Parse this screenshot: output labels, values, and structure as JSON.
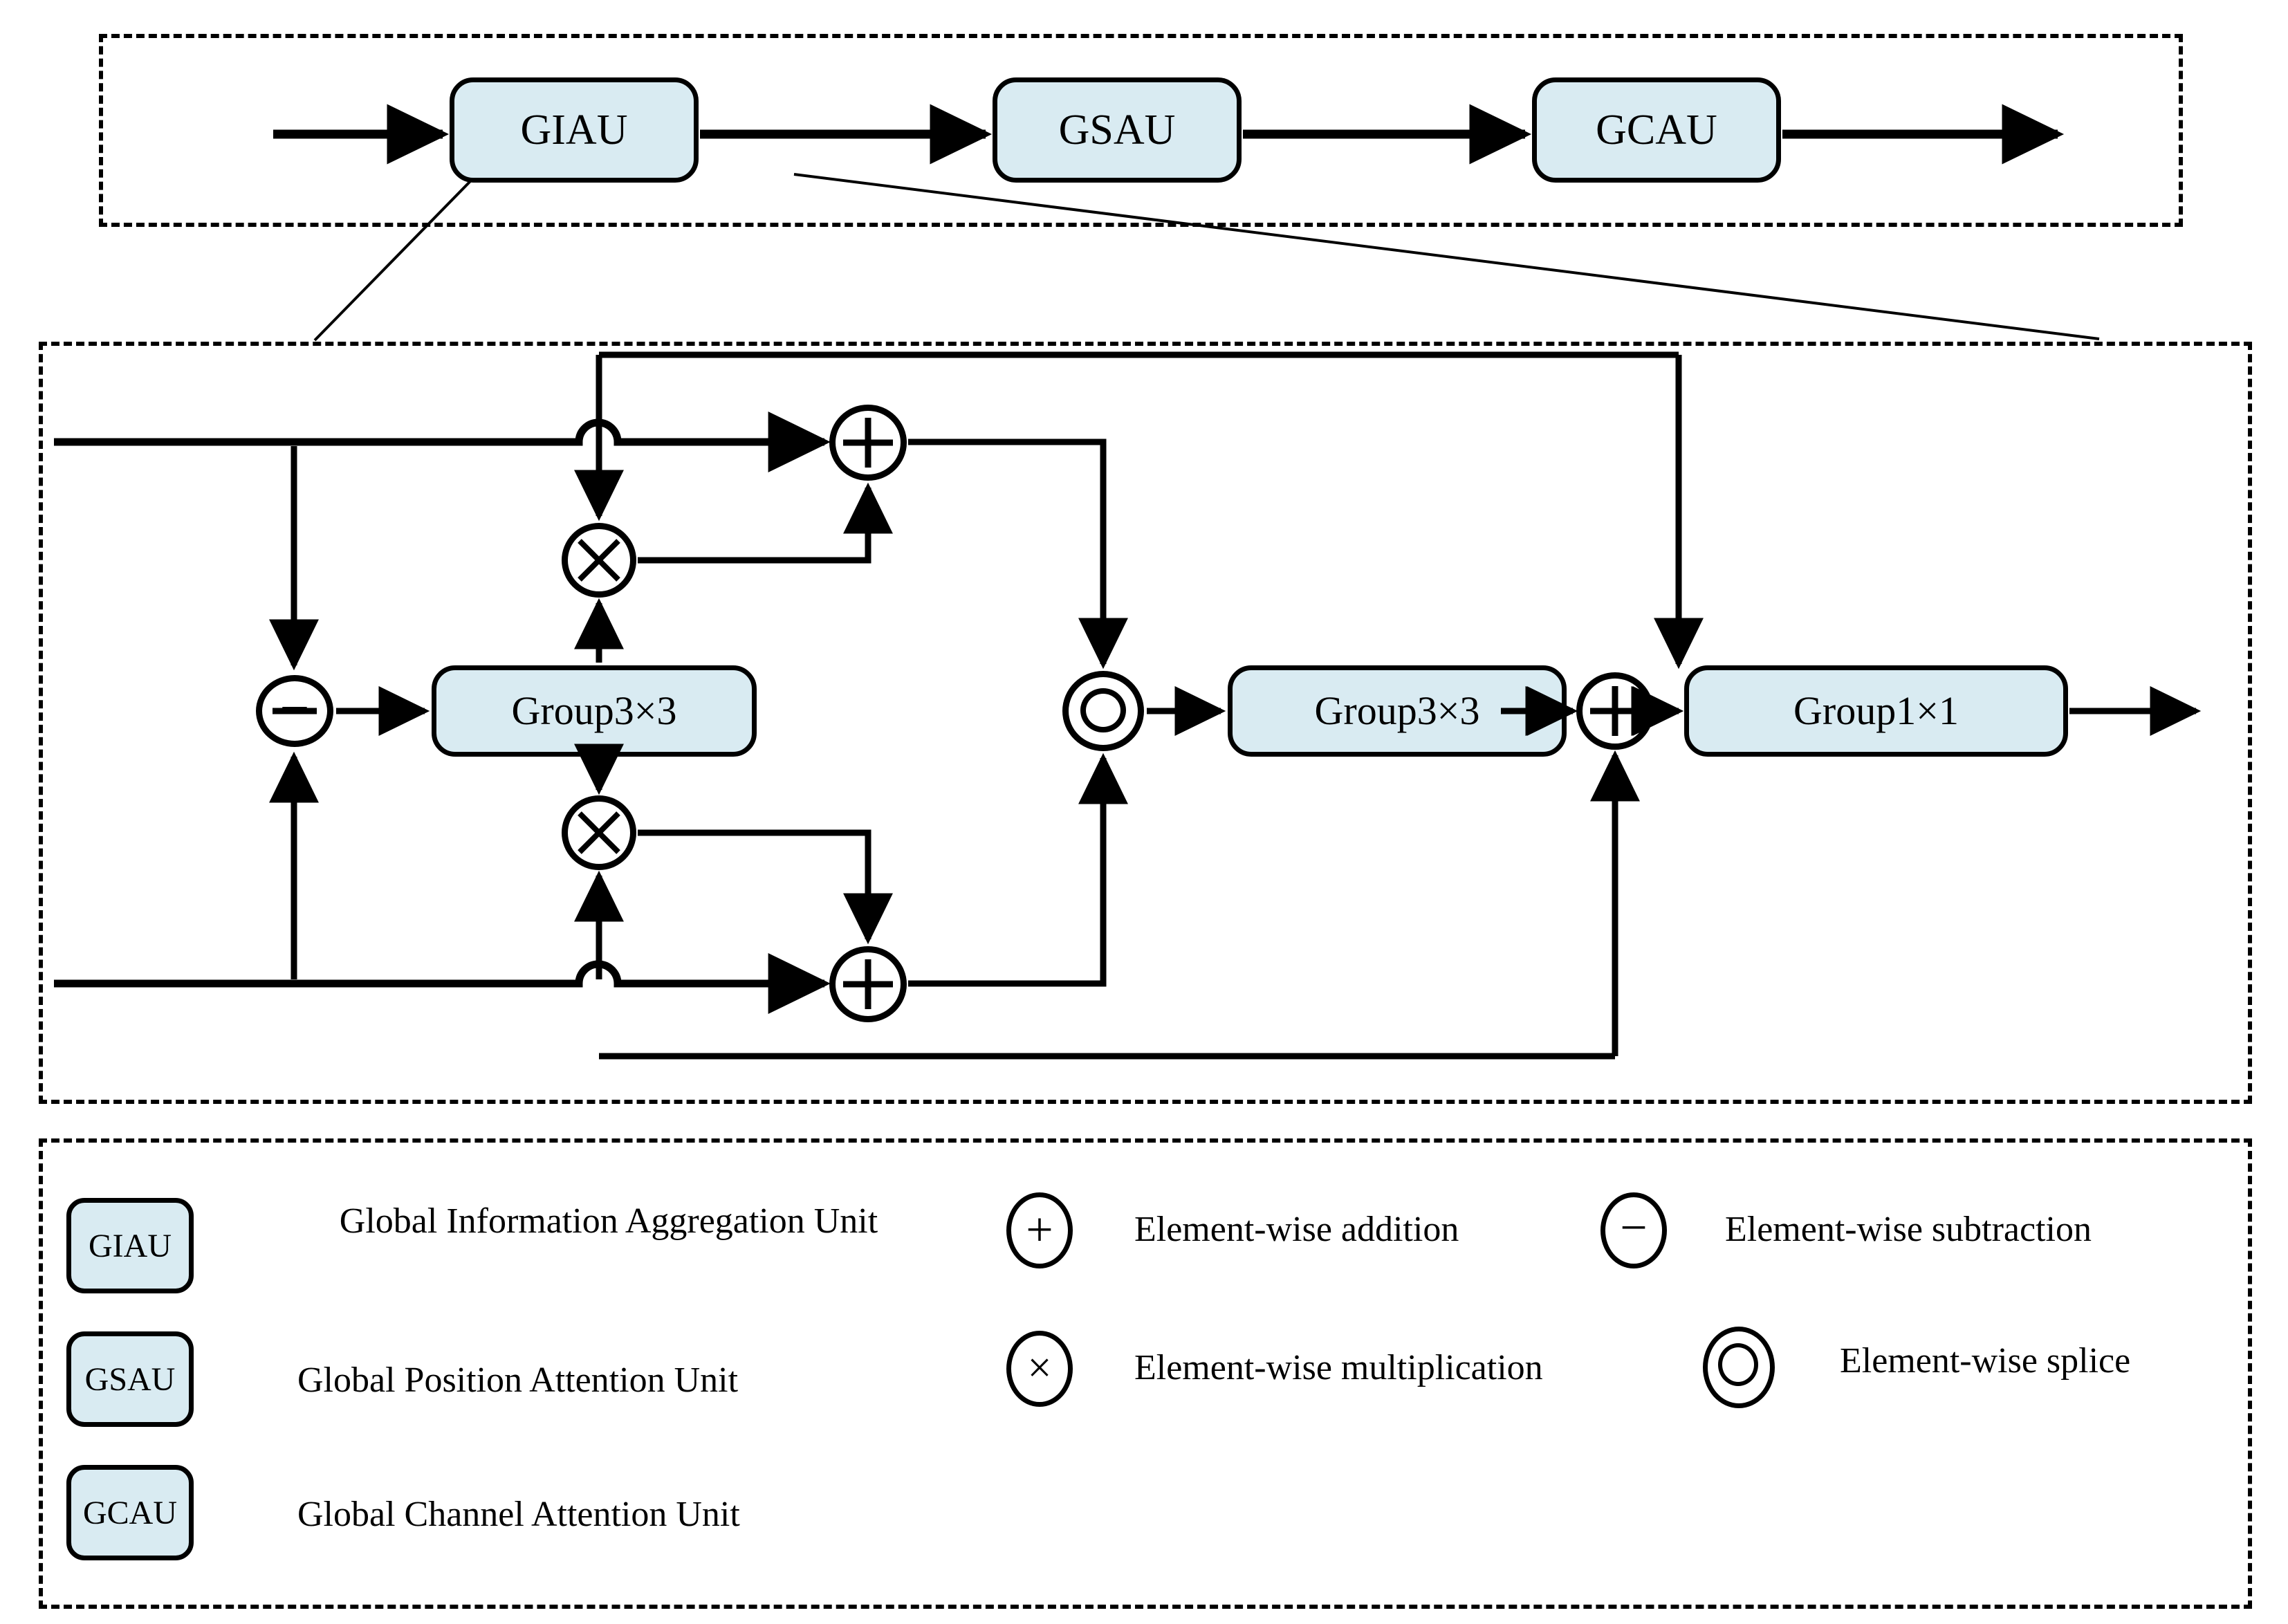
{
  "figure": {
    "title": "",
    "accent_fill": "#d9ebf2",
    "stroke": "#000000"
  },
  "top_panel": {
    "name": "pipeline-overview",
    "blocks": [
      {
        "label": "GIAU"
      },
      {
        "label": "GSAU"
      },
      {
        "label": "GCAU"
      }
    ]
  },
  "detail_panel": {
    "name": "giau-internal-detail",
    "blocks": [
      {
        "label": "Group3×3"
      },
      {
        "label": "Group3×3"
      },
      {
        "label": "Group1×1"
      }
    ],
    "operators": [
      {
        "symbol": "−",
        "kind": "element-wise-subtraction"
      },
      {
        "symbol": "×",
        "kind": "element-wise-multiplication"
      },
      {
        "symbol": "×",
        "kind": "element-wise-multiplication"
      },
      {
        "symbol": "+",
        "kind": "element-wise-addition"
      },
      {
        "symbol": "+",
        "kind": "element-wise-addition"
      },
      {
        "symbol": "",
        "kind": "element-wise-splice"
      },
      {
        "symbol": "+",
        "kind": "element-wise-addition"
      }
    ]
  },
  "legend": {
    "name": "legend",
    "block_entries": [
      {
        "tag": "GIAU",
        "text": "Global Information Aggregation Unit"
      },
      {
        "tag": "GSAU",
        "text": "Global Position Attention Unit"
      },
      {
        "tag": "GCAU",
        "text": "Global Channel Attention Unit"
      }
    ],
    "symbol_entries": [
      {
        "symbol": "+",
        "text": "Element-wise addition"
      },
      {
        "symbol": "−",
        "text": "Element-wise subtraction"
      },
      {
        "symbol": "×",
        "text": "Element-wise multiplication"
      },
      {
        "symbol": "",
        "text": "Element-wise splice"
      }
    ]
  }
}
